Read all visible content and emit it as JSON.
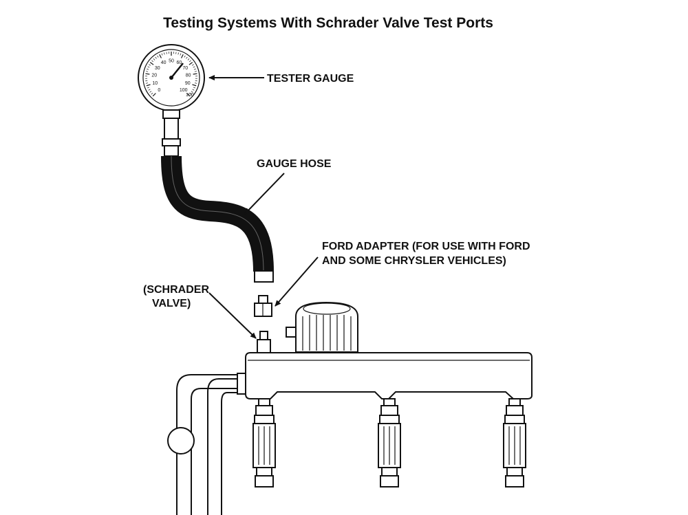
{
  "title": "Testing Systems With Schrader Valve Test Ports",
  "labels": {
    "tester_gauge": "TESTER GAUGE",
    "gauge_hose": "GAUGE HOSE",
    "ford_adapter_line1": "FORD ADAPTER (FOR USE WITH FORD",
    "ford_adapter_line2": "AND SOME CHRYSLER VEHICLES)",
    "schrader_line1": "(SCHRADER",
    "schrader_line2": "VALVE)"
  },
  "gauge_dial": {
    "ticks": [
      "0",
      "10",
      "20",
      "30",
      "40",
      "50",
      "60",
      "70",
      "80",
      "90",
      "100"
    ],
    "max_label": "100"
  }
}
